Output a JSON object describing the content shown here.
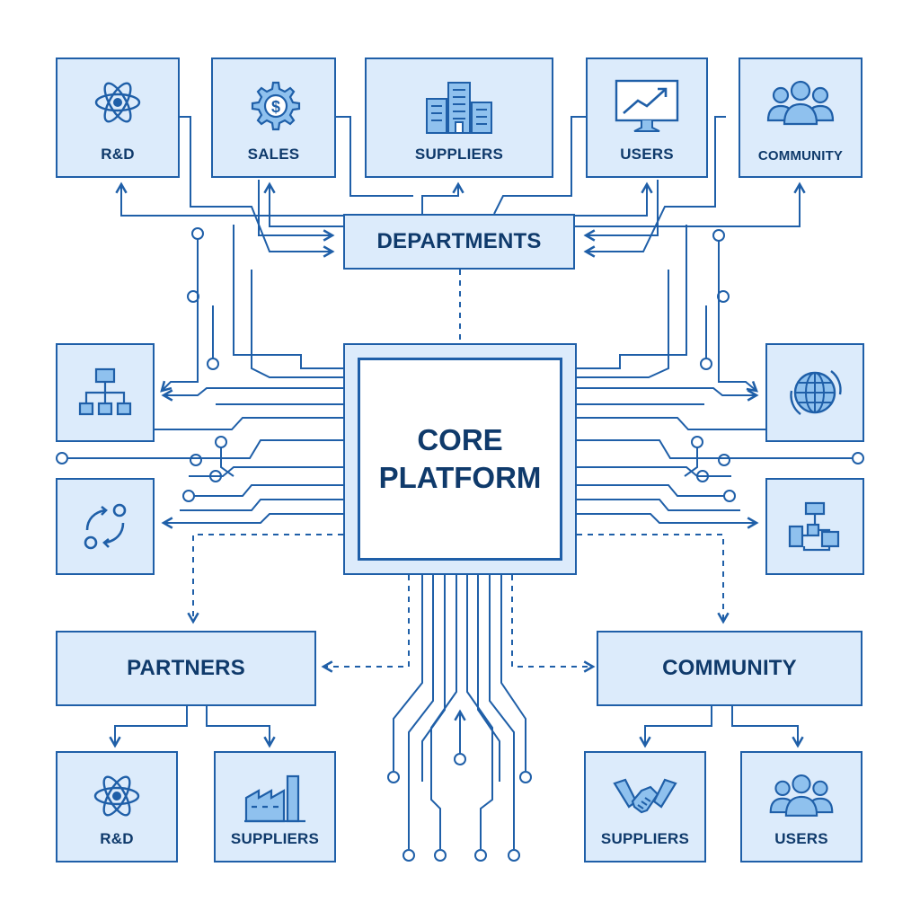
{
  "colors": {
    "stroke": "#1f5fa8",
    "fill": "#dcebfb",
    "text": "#0f3a6b",
    "background": "#ffffff"
  },
  "core": {
    "line1": "CORE",
    "line2": "PLATFORM"
  },
  "top_row": [
    {
      "label": "R&D",
      "icon": "atom-icon"
    },
    {
      "label": "SALES",
      "icon": "gear-dollar-icon"
    },
    {
      "label": "SUPPLIERS",
      "icon": "buildings-icon"
    },
    {
      "label": "USERS",
      "icon": "monitor-chart-icon"
    },
    {
      "label": "COMMUNITY",
      "icon": "people-group-icon"
    }
  ],
  "departments": {
    "label": "DEPARTMENTS"
  },
  "partners": {
    "label": "PARTNERS"
  },
  "community": {
    "label": "COMMUNITY"
  },
  "side_icons": {
    "left_top": "org-chart-icon",
    "left_bottom": "cycle-arrows-icon",
    "right_top": "globe-icon",
    "right_bottom": "workflow-icon"
  },
  "bottom_left": [
    {
      "label": "R&D",
      "icon": "atom-icon"
    },
    {
      "label": "SUPPLIERS",
      "icon": "factory-icon"
    }
  ],
  "bottom_right": [
    {
      "label": "SUPPLIERS",
      "icon": "handshake-icon"
    },
    {
      "label": "USERS",
      "icon": "people-group-icon"
    }
  ]
}
